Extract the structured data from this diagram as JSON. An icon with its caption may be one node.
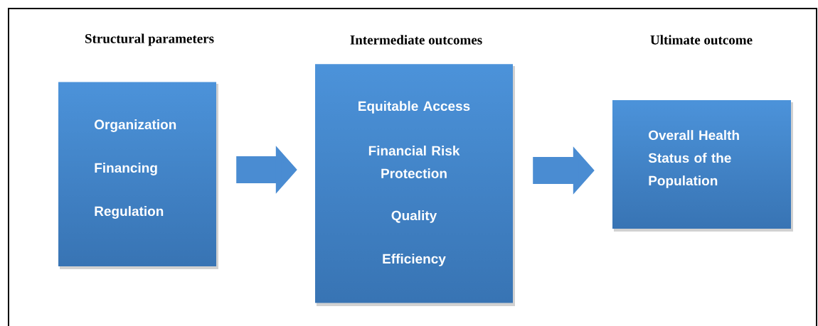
{
  "diagram": {
    "nodes": [
      {
        "text": [
          "Structural parameters",
          "Organization",
          "Financing",
          "Regulation"
        ]
      },
      {
        "text": [
          "Intermediate outcomes",
          "Equitable Access",
          "Financial Risk Protection",
          "Quality",
          "Efficiency"
        ]
      },
      {
        "text": [
          "Ultimate outcome",
          "Overall Health Status of the Population"
        ]
      }
    ],
    "edges": [
      {
        "from": 0,
        "to": 1,
        "arrow": "to"
      },
      {
        "from": 1,
        "to": 2,
        "arrow": "to"
      }
    ]
  }
}
